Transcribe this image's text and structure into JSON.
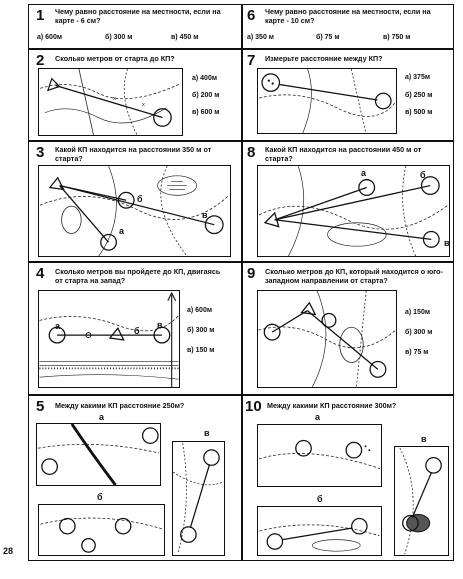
{
  "page_number": "28",
  "tasks": [
    {
      "num": "1",
      "question": "Чему равно расстояние на местности, если на карте - 6 см?",
      "options": [
        "а) 600м",
        "б) 300 м",
        "в) 450 м"
      ]
    },
    {
      "num": "6",
      "question": "Чему равно расстояние на местности, если на карте - 10 см?",
      "options": [
        "а) 350 м",
        "б) 75 м",
        "в) 750 м"
      ]
    },
    {
      "num": "2",
      "question": "Сколько метров от старта до КП?",
      "options": [
        "а) 400м",
        "б) 200 м",
        "в) 600 м"
      ]
    },
    {
      "num": "7",
      "question": "Измерьте расстояние между КП?",
      "options": [
        "а) 375м",
        "б) 250 м",
        "в) 500 м"
      ]
    },
    {
      "num": "3",
      "question": "Какой КП находится на расстоянии 350 м от старта?",
      "map_labels": [
        "б",
        "а",
        "в"
      ]
    },
    {
      "num": "8",
      "question": "Какой КП находится на расстоянии 450 м от старта?",
      "map_labels": [
        "а",
        "б",
        "в"
      ]
    },
    {
      "num": "4",
      "question": "Сколько метров вы пройдете до КП, двигаясь от старта на запад?",
      "options": [
        "а) 600м",
        "б) 300 м",
        "в) 150 м"
      ],
      "map_labels": [
        "а",
        "б",
        "в"
      ]
    },
    {
      "num": "9",
      "question": "Сколько метров до КП, который находится о юго-западном направлении от старта?",
      "options": [
        "а) 150м",
        "б) 300 м",
        "в) 75 м"
      ]
    },
    {
      "num": "5",
      "question": "Между какими КП расстояние 250м?",
      "map_labels": [
        "а",
        "б",
        "в"
      ]
    },
    {
      "num": "10",
      "question": "Между какими КП расстояние 300м?",
      "map_labels": [
        "а",
        "б",
        "в"
      ]
    }
  ]
}
